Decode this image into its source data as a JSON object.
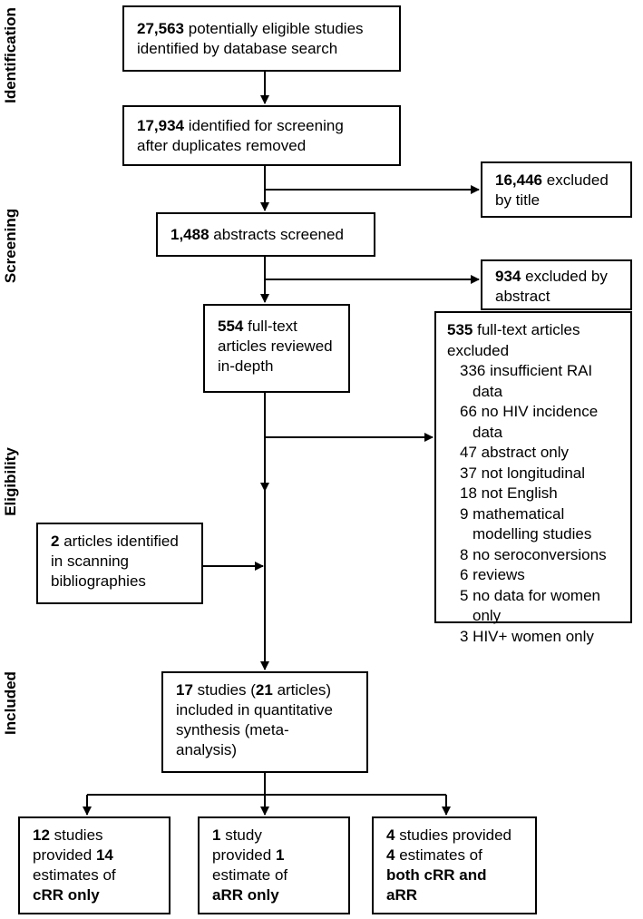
{
  "stages": {
    "identification": "Identification",
    "screening": "Screening",
    "eligibility": "Eligibility",
    "included": "Included"
  },
  "boxes": {
    "identified": {
      "count": "27,563",
      "text": "potentially eligible studies",
      "text2": "identified by database search"
    },
    "screening": {
      "count": "17,934",
      "text": "identified for screening",
      "text2": "after duplicates removed"
    },
    "excluded_title": {
      "count": "16,446",
      "text": "excluded",
      "text2": "by title"
    },
    "abstracts": {
      "count": "1,488",
      "text": "abstracts screened"
    },
    "excluded_abstract": {
      "count": "934",
      "text": "excluded by",
      "text2": "abstract"
    },
    "fulltext": {
      "count": "554",
      "text": "full-text",
      "text2": "articles reviewed",
      "text3": "in-depth"
    },
    "fulltext_excluded": {
      "count": "535",
      "text": "full-text articles",
      "text2": "excluded",
      "reasons": [
        {
          "line1": "336 insufficient RAI",
          "line2": "data"
        },
        {
          "line1": "66 no HIV incidence",
          "line2": "data"
        },
        {
          "line1": "47 abstract only",
          "line2": ""
        },
        {
          "line1": "37 not longitudinal",
          "line2": ""
        },
        {
          "line1": "18 not English",
          "line2": ""
        },
        {
          "line1": "9 mathematical",
          "line2": "modelling studies"
        },
        {
          "line1": "8 no seroconversions",
          "line2": ""
        },
        {
          "line1": "6 reviews",
          "line2": ""
        },
        {
          "line1": "5 no data for women",
          "line2": "only"
        },
        {
          "line1": "3 HIV+ women only",
          "line2": ""
        }
      ]
    },
    "bibliographies": {
      "count": "2",
      "text": "articles identified",
      "text2": "in scanning",
      "text3": "bibliographies"
    },
    "included": {
      "count1": "17",
      "text1": "studies (",
      "count2": "21",
      "text2": "articles)",
      "line2": "included in quantitative",
      "line3": "synthesis (meta-",
      "line4": "analysis)"
    },
    "crr": {
      "count1": "12",
      "text1": "studies",
      "text2": "provided",
      "count2": "14",
      "text3": "estimates of",
      "bold": "cRR only"
    },
    "arr": {
      "count1": "1",
      "text1": "study",
      "text2": "provided",
      "count2": "1",
      "text3": "estimate of",
      "bold": "aRR only"
    },
    "both": {
      "count1": "4",
      "text1": "studies provided",
      "count2": "4",
      "text2": "estimates of",
      "bold1": "both cRR and",
      "bold2": "aRR"
    }
  },
  "colors": {
    "line": "#000000",
    "background": "#ffffff"
  }
}
